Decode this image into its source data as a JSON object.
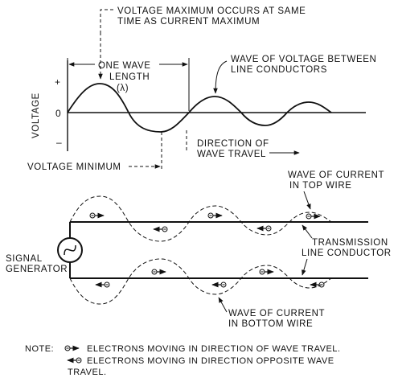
{
  "top_diagram": {
    "annotation_voltage_max_line1": "VOLTAGE MAXIMUM OCCURS AT SAME",
    "annotation_voltage_max_line2": "TIME AS CURRENT MAXIMUM",
    "wavelength_line1": "ONE WAVE",
    "wavelength_line2": "LENGTH",
    "wavelength_symbol": "(λ)",
    "wave_label_line1": "WAVE OF VOLTAGE BETWEEN",
    "wave_label_line2": "LINE CONDUCTORS",
    "y_axis_label": "VOLTAGE",
    "y_plus": "+",
    "y_zero": "0",
    "y_minus": "–",
    "direction_line1": "DIRECTION OF",
    "direction_line2": "WAVE TRAVEL",
    "voltage_minimum": "VOLTAGE MINIMUM"
  },
  "bottom_diagram": {
    "top_wire_label_line1": "WAVE OF CURRENT",
    "top_wire_label_line2": "IN TOP WIRE",
    "conductor_label_line1": "TRANSMISSION",
    "conductor_label_line2": "LINE CONDUCTOR",
    "generator_label_line1": "SIGNAL",
    "generator_label_line2": "GENERATOR",
    "bottom_wire_label_line1": "WAVE OF CURRENT",
    "bottom_wire_label_line2": "IN BOTTOM WIRE"
  },
  "note": {
    "prefix": "NOTE:",
    "line1": "ELECTRONS MOVING IN DIRECTION OF WAVE TRAVEL.",
    "line2": "ELECTRONS MOVING IN DIRECTION OPPOSITE WAVE",
    "line3": "TRAVEL."
  }
}
